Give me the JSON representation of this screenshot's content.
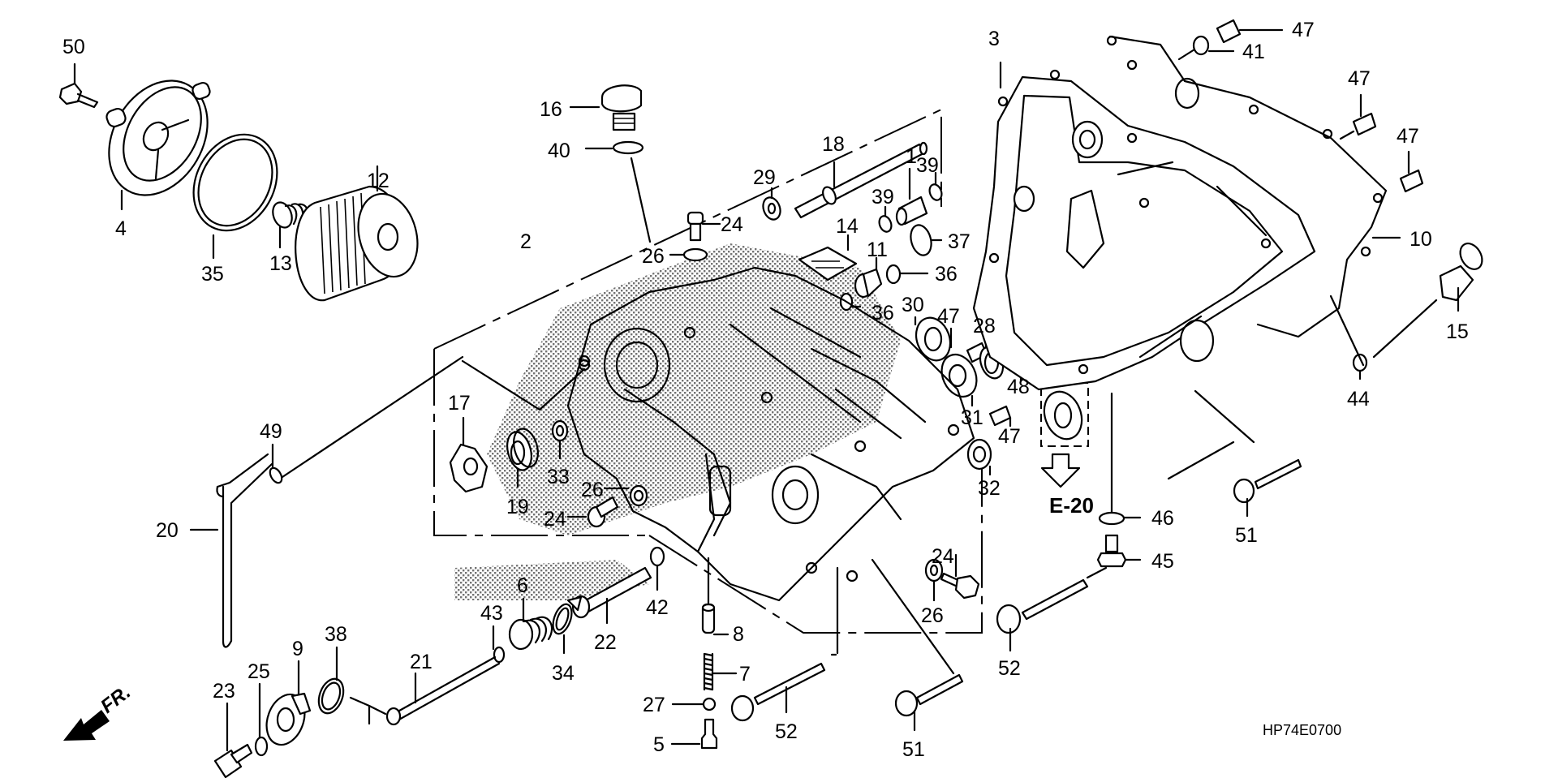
{
  "diagram": {
    "title": "Rear crankcase cover exploded view",
    "reference_code": "HP74E0700",
    "cross_reference": "E-20",
    "direction_marker": "FR.",
    "colors": {
      "line": "#000000",
      "background": "#ffffff"
    }
  },
  "callouts": {
    "c1": "1",
    "c2": "2",
    "c3": "3",
    "c4": "4",
    "c5": "5",
    "c6": "6",
    "c7": "7",
    "c8": "8",
    "c9": "9",
    "c10": "10",
    "c11": "11",
    "c12": "12",
    "c13": "13",
    "c14": "14",
    "c15": "15",
    "c16": "16",
    "c17": "17",
    "c18": "18",
    "c19": "19",
    "c20": "20",
    "c21": "21",
    "c22": "22",
    "c23": "23",
    "c24a": "24",
    "c24b": "24",
    "c24c": "24",
    "c25": "25",
    "c26a": "26",
    "c26b": "26",
    "c26c": "26",
    "c27": "27",
    "c28": "28",
    "c29": "29",
    "c30": "30",
    "c31": "31",
    "c32": "32",
    "c33": "33",
    "c34": "34",
    "c35": "35",
    "c36a": "36",
    "c36b": "36",
    "c37": "37",
    "c38": "38",
    "c39a": "39",
    "c39b": "39",
    "c40": "40",
    "c41": "41",
    "c42": "42",
    "c43": "43",
    "c44": "44",
    "c45": "45",
    "c46": "46",
    "c47a": "47",
    "c47b": "47",
    "c47c": "47",
    "c47d": "47",
    "c47e": "47",
    "c48": "48",
    "c49": "49",
    "c50": "50",
    "c51a": "51",
    "c51b": "51",
    "c52a": "52",
    "c52b": "52"
  }
}
